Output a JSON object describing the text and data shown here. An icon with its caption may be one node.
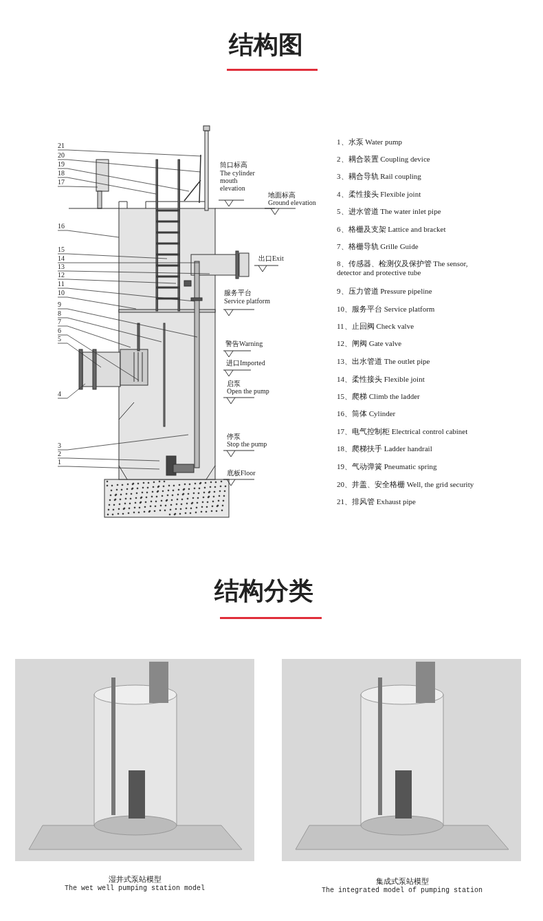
{
  "diagram": {
    "title": "结构图",
    "nodes": [
      {
        "text": [
          "21"
        ]
      },
      {
        "text": [
          "20"
        ]
      },
      {
        "text": [
          "19"
        ]
      },
      {
        "text": [
          "18"
        ]
      },
      {
        "text": [
          "17"
        ]
      },
      {
        "text": [
          "16"
        ]
      },
      {
        "text": [
          "15"
        ]
      },
      {
        "text": [
          "14"
        ]
      },
      {
        "text": [
          "13"
        ]
      },
      {
        "text": [
          "12"
        ]
      },
      {
        "text": [
          "11"
        ]
      },
      {
        "text": [
          "10"
        ]
      },
      {
        "text": [
          "9"
        ]
      },
      {
        "text": [
          "8"
        ]
      },
      {
        "text": [
          "7"
        ]
      },
      {
        "text": [
          "6"
        ]
      },
      {
        "text": [
          "5"
        ]
      },
      {
        "text": [
          "4"
        ]
      },
      {
        "text": [
          "3"
        ]
      },
      {
        "text": [
          "2"
        ]
      },
      {
        "text": [
          "1"
        ]
      }
    ],
    "edges": [
      {
        "from": 0,
        "to": null,
        "arrow": "none"
      },
      {
        "from": 1,
        "to": null,
        "arrow": "none"
      },
      {
        "from": 2,
        "to": null,
        "arrow": "none"
      },
      {
        "from": 3,
        "to": null,
        "arrow": "none"
      },
      {
        "from": 4,
        "to": null,
        "arrow": "none"
      },
      {
        "from": 5,
        "to": null,
        "arrow": "none"
      },
      {
        "from": 6,
        "to": null,
        "arrow": "none"
      },
      {
        "from": 7,
        "to": null,
        "arrow": "none"
      },
      {
        "from": 8,
        "to": null,
        "arrow": "none"
      },
      {
        "from": 9,
        "to": null,
        "arrow": "none"
      },
      {
        "from": 10,
        "to": null,
        "arrow": "none"
      },
      {
        "from": 11,
        "to": null,
        "arrow": "none"
      },
      {
        "from": 12,
        "to": null,
        "arrow": "none"
      },
      {
        "from": 13,
        "to": null,
        "arrow": "none"
      },
      {
        "from": 14,
        "to": null,
        "arrow": "none"
      },
      {
        "from": 15,
        "to": null,
        "arrow": "none"
      },
      {
        "from": 16,
        "to": null,
        "arrow": "none"
      },
      {
        "from": 17,
        "to": null,
        "arrow": "none"
      },
      {
        "from": 18,
        "to": null,
        "arrow": "none"
      },
      {
        "from": 19,
        "to": null,
        "arrow": "none"
      },
      {
        "from": 20,
        "to": null,
        "arrow": "none"
      }
    ],
    "labels": [
      "筒口标高",
      "The cylinder mouth elevation",
      "地面标高",
      "Ground elevation",
      "出口Exit",
      "服务平台",
      "Service platform",
      "警告Warning",
      "进口Imported",
      "启泵",
      "Open the pump",
      "停泵",
      "Stop the pump",
      "底板Floor",
      "1、水泵 Water pump",
      "2、耦合装置 Coupling device",
      "3、耦合导轨 Rail coupling",
      "4、柔性接头 Flexible joint",
      "5、进水管道 The water inlet pipe",
      "6、格栅及支架 Lattice and bracket",
      "7、格栅导轨 Grille Guide",
      "8、传感器、检测仪及保护管 The sensor, detector and protective tube",
      "9、压力管道 Pressure pipeline",
      "10、服务平台 Service platform",
      "11、止回阀 Check valve",
      "12、闸阀 Gate valve",
      "13、出水管道 The outlet pipe",
      "14、柔性接头 Flexible joint",
      "15、爬梯 Climb the ladder",
      "16、筒体 Cylinder",
      "17、电气控制柜 Electrical control cabinet",
      "18、爬梯扶手 Ladder handrail",
      "19、气动弹簧 Pneumatic spring",
      "20、井盖、安全格栅 Well, the grid security",
      "21、排风管 Exhaust pipe",
      "结构分类",
      "湿井式泵站模型",
      "The wet well pumping station model",
      "集成式泵站模型",
      "The integrated model of pumping station"
    ]
  }
}
